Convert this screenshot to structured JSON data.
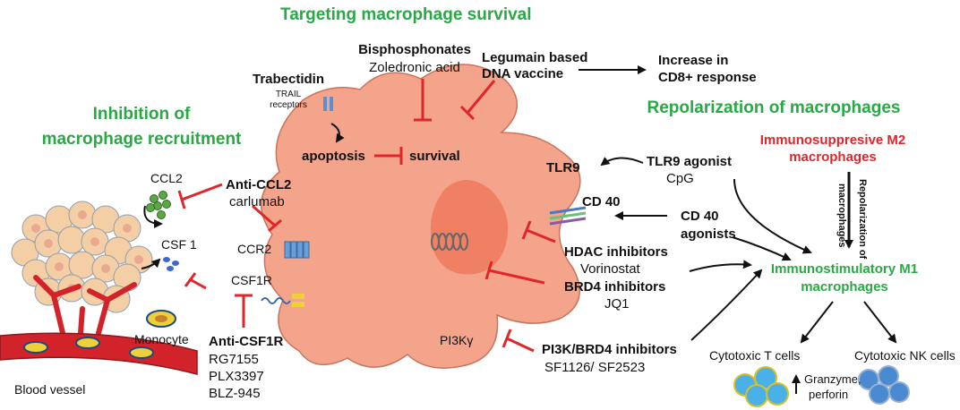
{
  "headings": {
    "survival": "Targeting  macrophage survival",
    "recruitment_1": "Inhibition of",
    "recruitment_2": "macrophage recruitment",
    "repolarization": "Repolarization of macrophages"
  },
  "survival": {
    "bisphosphonates": "Bisphosphonates",
    "zoledronic": "Zoledronic acid",
    "legumain_1": "Legumain based",
    "legumain_2": "DNA vaccine",
    "cd8_1": "Increase in",
    "cd8_2": "CD8+ response",
    "trabectidin": "Trabectidin",
    "trail_1": "TRAIL",
    "trail_2": "receptors",
    "apoptosis": "apoptosis",
    "survival_label": "survival"
  },
  "recruitment": {
    "ccl2": "CCL2",
    "csf1": "CSF 1",
    "anti_ccl2": "Anti-CCL2",
    "carlumab": "carlumab",
    "ccr2": "CCR2",
    "csf1r": "CSF1R",
    "anti_csf1r": "Anti-CSF1R",
    "drugs": [
      "RG7155",
      "PLX3397",
      "BLZ-945"
    ],
    "monocyte": "Monocyte",
    "blood_vessel": "Blood vessel"
  },
  "repolarization": {
    "tlr9": "TLR9",
    "tlr9_agonist": "TLR9 agonist",
    "cpg": "CpG",
    "cd40": "CD 40",
    "cd40_agonists_1": "CD 40",
    "cd40_agonists_2": "agonists",
    "hdac": "HDAC inhibitors",
    "vorinostat": "Vorinostat",
    "brd4": "BRD4 inhibitors",
    "jq1": "JQ1",
    "pi3k": "PI3Kγ",
    "pi3k_brd4": "PI3K/BRD4  inhibitors",
    "sf": "SF1126/ SF2523",
    "m2_1": "Immunosuppresive M2",
    "m2_2": "macrophages",
    "side_1": "Repolarization of",
    "side_2": "macrophages",
    "m1_1": "Immunostimulatory M1",
    "m1_2": "macrophages",
    "t_cells": "Cytotoxic T cells",
    "nk_cells": "Cytotoxic NK cells",
    "granzyme": "Granzyme,",
    "perforin": "perforin"
  },
  "colors": {
    "heading_green": "#2aa845",
    "inhibition_red": "#e0262a",
    "macrophage_fill": "#f5a48c",
    "nucleus_fill": "#ef8063",
    "tumor_cell_fill": "#f4cfa6",
    "blood_vessel": "#d2232a"
  }
}
